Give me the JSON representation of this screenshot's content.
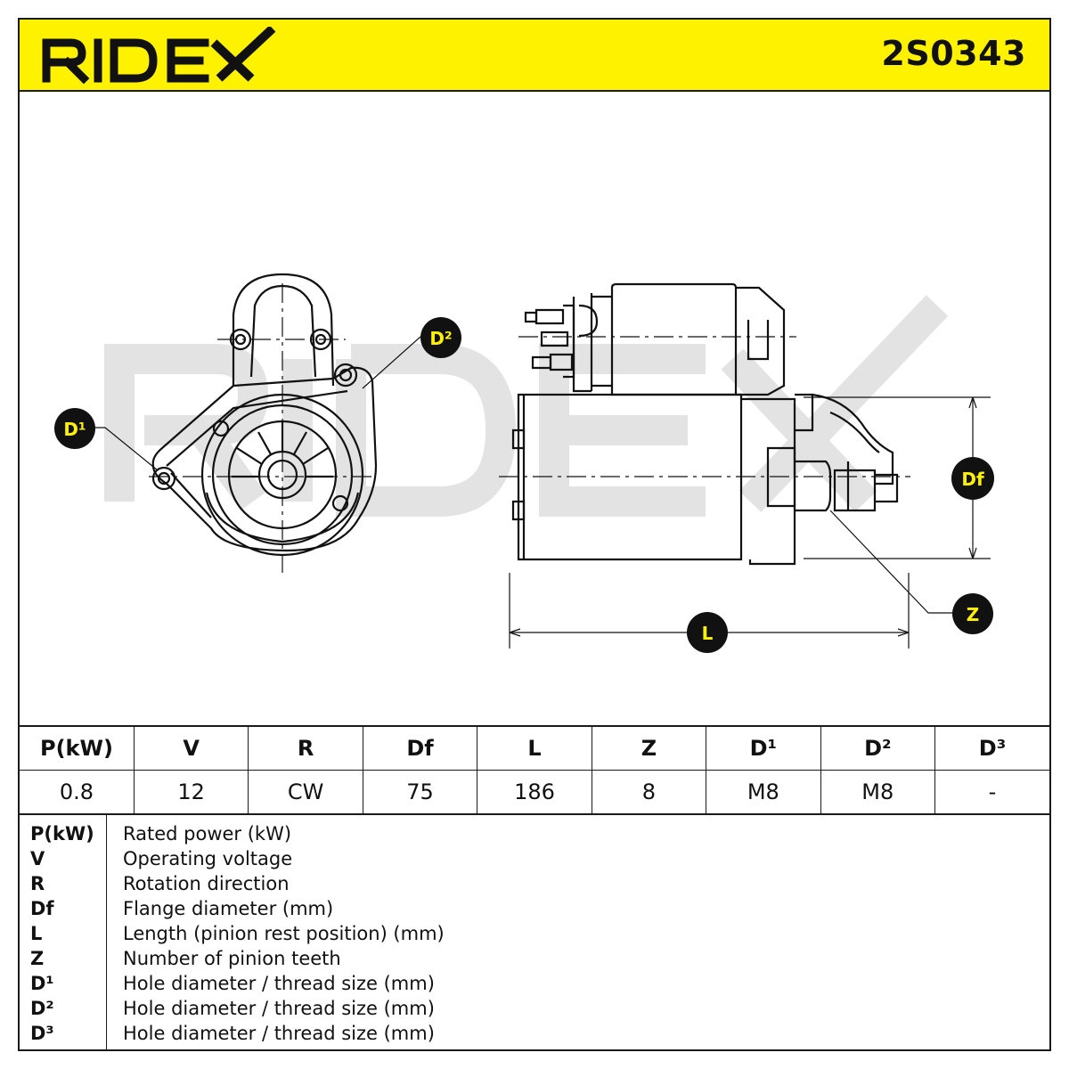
{
  "header": {
    "brand": "RIDEX",
    "part_number": "2S0343",
    "accent_color": "#fff200"
  },
  "watermark": "RIDEX",
  "drawing": {
    "callouts": {
      "d1": "D¹",
      "d2": "D²",
      "df": "Df",
      "l": "L",
      "z": "Z"
    }
  },
  "spec_table": {
    "headers": [
      "P(kW)",
      "V",
      "R",
      "Df",
      "L",
      "Z",
      "D¹",
      "D²",
      "D³"
    ],
    "values": [
      "0.8",
      "12",
      "CW",
      "75",
      "186",
      "8",
      "M8",
      "M8",
      "-"
    ]
  },
  "legend": [
    {
      "symbol": "P(kW)",
      "description": "Rated power (kW)"
    },
    {
      "symbol": "V",
      "description": "Operating voltage"
    },
    {
      "symbol": "R",
      "description": "Rotation direction"
    },
    {
      "symbol": "Df",
      "description": "Flange diameter (mm)"
    },
    {
      "symbol": "L",
      "description": "Length (pinion rest position) (mm)"
    },
    {
      "symbol": "Z",
      "description": "Number of pinion teeth"
    },
    {
      "symbol": "D¹",
      "description": "Hole diameter / thread size (mm)"
    },
    {
      "symbol": "D²",
      "description": "Hole diameter / thread size (mm)"
    },
    {
      "symbol": "D³",
      "description": "Hole diameter / thread size (mm)"
    }
  ]
}
